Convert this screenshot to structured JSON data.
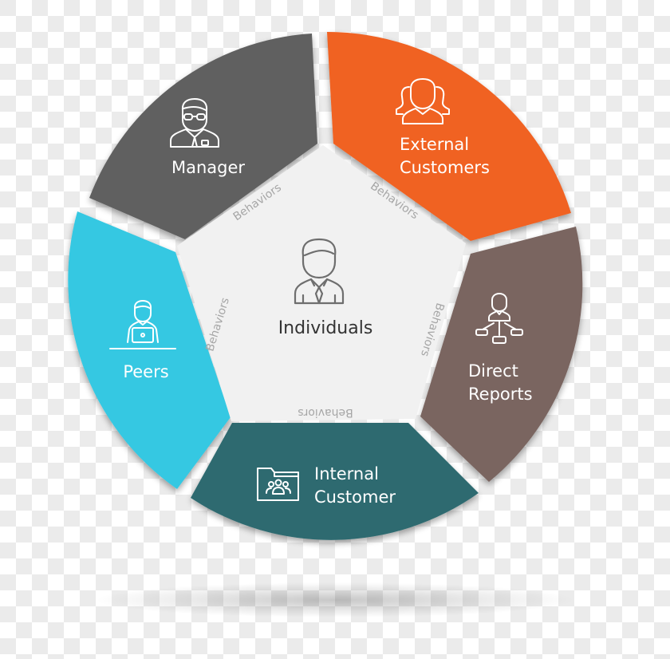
{
  "diagram": {
    "center": {
      "label": "Individuals",
      "icon": "person-tie-icon",
      "fill": "#f1f1f1"
    },
    "connector_label": "Behaviors",
    "connectors": [
      {
        "between": [
          "Individuals",
          "Manager"
        ],
        "label": "Behaviors"
      },
      {
        "between": [
          "Individuals",
          "External Customers"
        ],
        "label": "Behaviors"
      },
      {
        "between": [
          "Individuals",
          "Direct Reports"
        ],
        "label": "Behaviors"
      },
      {
        "between": [
          "Individuals",
          "Internal Customer"
        ],
        "label": "Behaviors"
      },
      {
        "between": [
          "Individuals",
          "Peers"
        ],
        "label": "Behaviors"
      }
    ],
    "segments": [
      {
        "id": "manager",
        "label_lines": [
          "Manager"
        ],
        "icon": "manager-glasses-icon",
        "color": "#616161"
      },
      {
        "id": "external-customers",
        "label_lines": [
          "External",
          "Customers"
        ],
        "icon": "customer-group-icon",
        "color": "#f06223"
      },
      {
        "id": "direct-reports",
        "label_lines": [
          "Direct",
          "Reports"
        ],
        "icon": "org-hierarchy-icon",
        "color": "#7a6560"
      },
      {
        "id": "internal-customer",
        "label_lines": [
          "Internal",
          "Customer"
        ],
        "icon": "folder-people-icon",
        "color": "#2f6b70"
      },
      {
        "id": "peers",
        "label_lines": [
          "Peers"
        ],
        "icon": "person-laptop-icon",
        "color": "#35c8e2"
      }
    ]
  }
}
